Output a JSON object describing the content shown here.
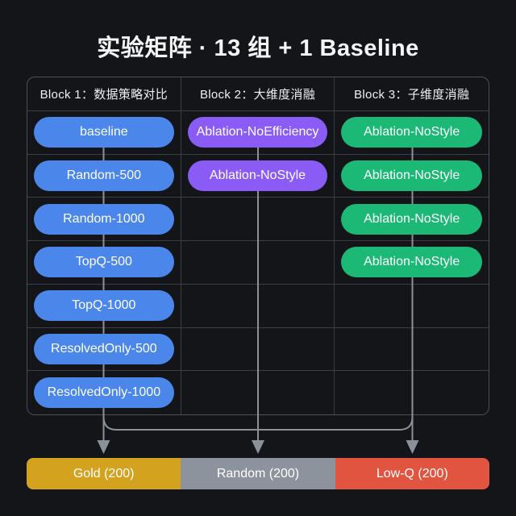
{
  "title": "实验矩阵 · 13 组 + 1 Baseline",
  "table": {
    "headers": [
      "Block 1：数据策略对比",
      "Block 2：大维度消融",
      "Block 3：子维度消融"
    ],
    "columns": [
      {
        "name": "block1-data-strategy",
        "pill_color": "#4b87ea",
        "items": [
          "baseline",
          "Random-500",
          "Random-1000",
          "TopQ-500",
          "TopQ-1000",
          "ResolvedOnly-500",
          "ResolvedOnly-1000"
        ]
      },
      {
        "name": "block2-major-ablation",
        "pill_color": "#8a5cf5",
        "items": [
          "Ablation-NoEfficiency",
          "Ablation-NoStyle"
        ]
      },
      {
        "name": "block3-sub-ablation",
        "pill_color": "#1cb876",
        "items": [
          "Ablation-NoStyle",
          "Ablation-NoStyle",
          "Ablation-NoStyle",
          "Ablation-NoStyle"
        ]
      }
    ]
  },
  "eval_bar": {
    "segments": [
      {
        "label": "Gold (200)",
        "color": "#d3a21e"
      },
      {
        "label": "Random (200)",
        "color": "#8c939d"
      },
      {
        "label": "Low-Q (200)",
        "color": "#e1543f"
      }
    ]
  },
  "colors": {
    "bg": "#131519",
    "title": "#f4f5f6",
    "headtext": "#eef0f2",
    "border": "#4b4f58",
    "grid": "#3a3e46",
    "connector": "#8b919a",
    "blue": "#4b87ea",
    "purple": "#8a5cf5",
    "green": "#1cb876",
    "gold": "#d3a21e",
    "gray": "#8c939d",
    "red": "#e1543f"
  }
}
